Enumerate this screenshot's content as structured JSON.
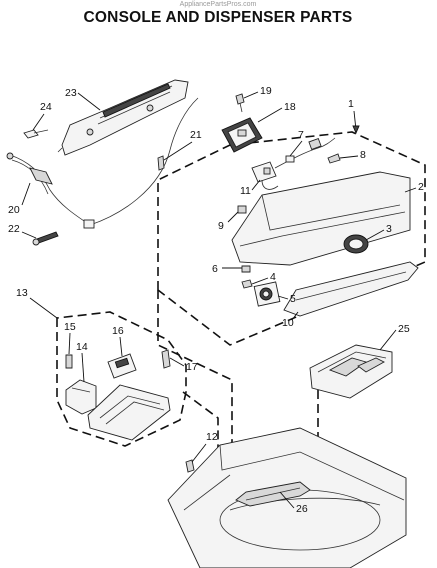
{
  "watermark": "AppliancePartsPros.com",
  "title": "CONSOLE AND DISPENSER PARTS",
  "callouts": {
    "c1": "1",
    "c2": "2",
    "c3": "3",
    "c4": "4",
    "c5": "5",
    "c6": "6",
    "c7": "7",
    "c8": "8",
    "c9": "9",
    "c10": "10",
    "c11": "11",
    "c12": "12",
    "c13": "13",
    "c14": "14",
    "c15": "15",
    "c16": "16",
    "c17": "17",
    "c18": "18",
    "c19": "19",
    "c20": "20",
    "c21": "21",
    "c22": "22",
    "c23": "23",
    "c24": "24",
    "c25": "25",
    "c26": "26"
  }
}
